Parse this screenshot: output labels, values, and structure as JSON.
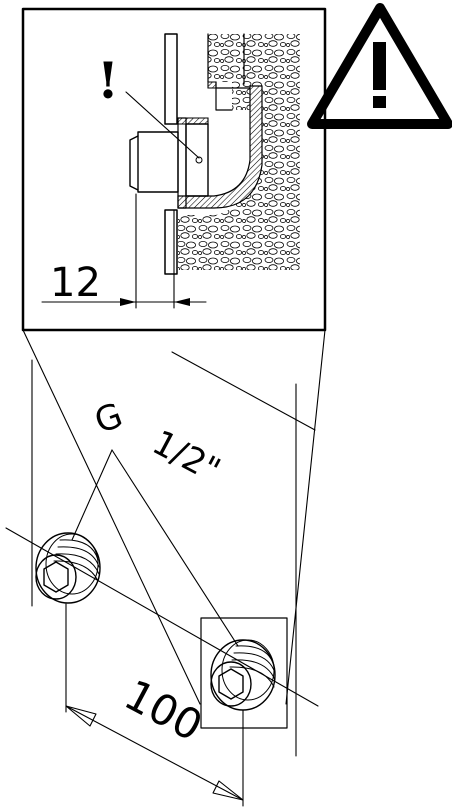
{
  "detail": {
    "warning_mark": "!",
    "dimension_12": "12"
  },
  "view": {
    "thread_label_g": "G",
    "thread_label_size": "1/2\"",
    "dimension_100": "100"
  },
  "icons": {
    "warning": "warning-triangle-icon"
  },
  "colors": {
    "line": "#000000",
    "background": "#ffffff"
  }
}
